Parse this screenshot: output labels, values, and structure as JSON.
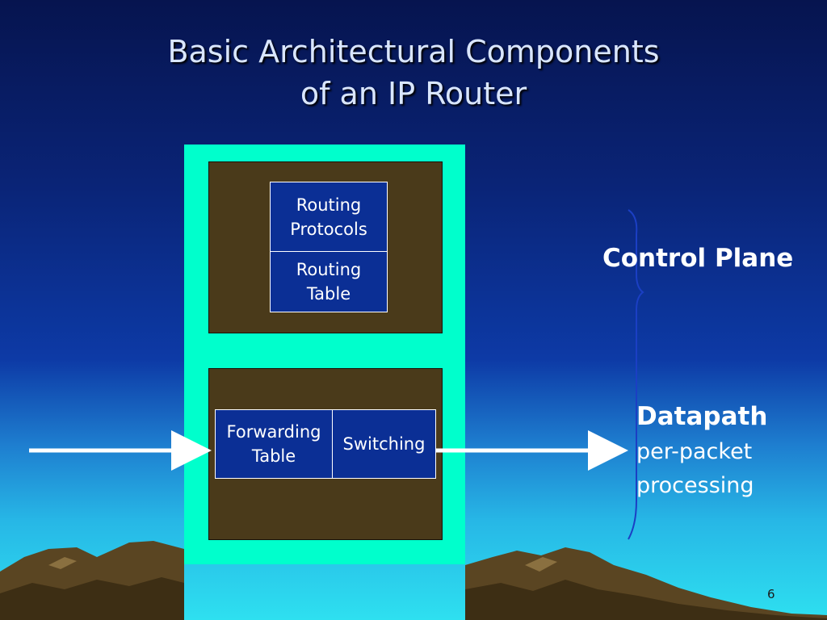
{
  "title_line1": "Basic Architectural Components",
  "title_line2": "of an IP Router",
  "boxes": {
    "routing_protocols": "Routing\nProtocols",
    "routing_table": "Routing\nTable",
    "forwarding_table": "Forwarding\nTable",
    "switching": "Switching"
  },
  "labels": {
    "control_plane": "Control Plane",
    "datapath": "Datapath",
    "per_packet": "per-packet",
    "processing": "processing"
  },
  "page_number": "6",
  "colors": {
    "outer_box": "#00ffcc",
    "inner_box": "#4a3a1a",
    "cell": "#0b2f95",
    "brace": "#1b3fc4",
    "mountain": "#5a4522"
  }
}
